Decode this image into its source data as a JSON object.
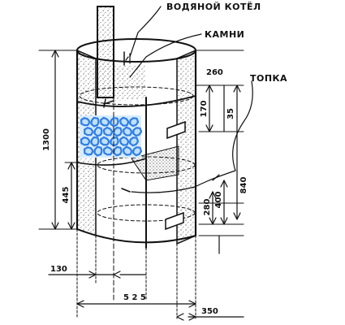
{
  "labels": {
    "water_boiler": "ВОДЯНОЙ КОТЁЛ",
    "stones": "КАМНИ",
    "firebox": "ТОПКА"
  },
  "dimensions": {
    "top_offset": "260",
    "d170": "170",
    "d35": "35",
    "total_height": "1300",
    "lower_height": "445",
    "d840": "840",
    "d400": "400",
    "d280": "280",
    "pipe_offset": "130",
    "diameter": "5 2 5",
    "bottom_right": "350"
  },
  "colors": {
    "ink": "#111111",
    "stones_fill": "#2f7de1",
    "stones_light": "#bfe0ff",
    "background": "#ffffff"
  }
}
